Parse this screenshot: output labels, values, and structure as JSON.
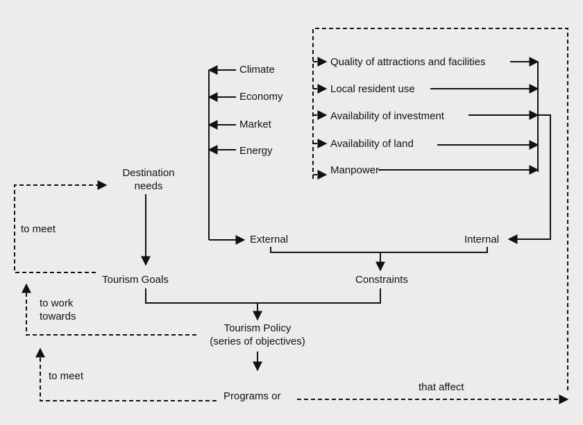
{
  "nodes": {
    "climate": "Climate",
    "economy": "Economy",
    "market": "Market",
    "energy": "Energy",
    "quality": "Quality of attractions and facilities",
    "local_use": "Local resident use",
    "investment": "Availability of investment",
    "land": "Availability of land",
    "manpower": "Manpower",
    "destination_line1": "Destination",
    "destination_line2": "needs",
    "external": "External",
    "internal": "Internal",
    "goals": "Tourism Goals",
    "constraints": "Constraints",
    "policy_line1": "Tourism Policy",
    "policy_line2": "(series of objectives)",
    "programs": "Programs or"
  },
  "edge_labels": {
    "to_meet_1": "to meet",
    "to_work_line1": "to work",
    "to_work_line2": "towards",
    "to_meet_2": "to meet",
    "that_affect": "that affect"
  },
  "colors": {
    "line": "#111111",
    "background": "#ececec"
  }
}
